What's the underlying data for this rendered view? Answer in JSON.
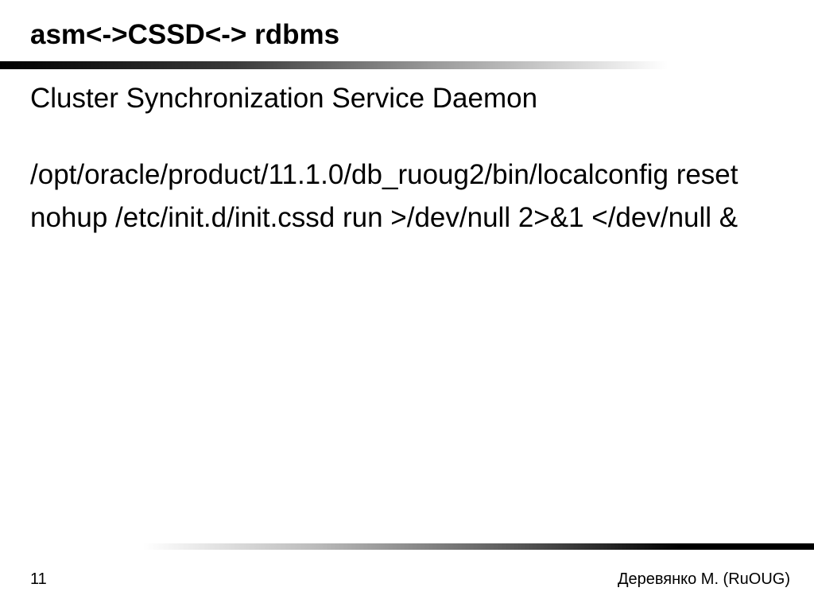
{
  "slide": {
    "title": "asm<->CSSD<-> rdbms",
    "body": {
      "line1": "Cluster Synchronization Service Daemon",
      "line2": "/opt/oracle/product/11.1.0/db_ruoug2/bin/localconfig reset",
      "line3": "nohup /etc/init.d/init.cssd run >/dev/null 2>&1 </dev/null &"
    }
  },
  "footer": {
    "page_number": "11",
    "author": "Деревянко М. (RuOUG)"
  }
}
